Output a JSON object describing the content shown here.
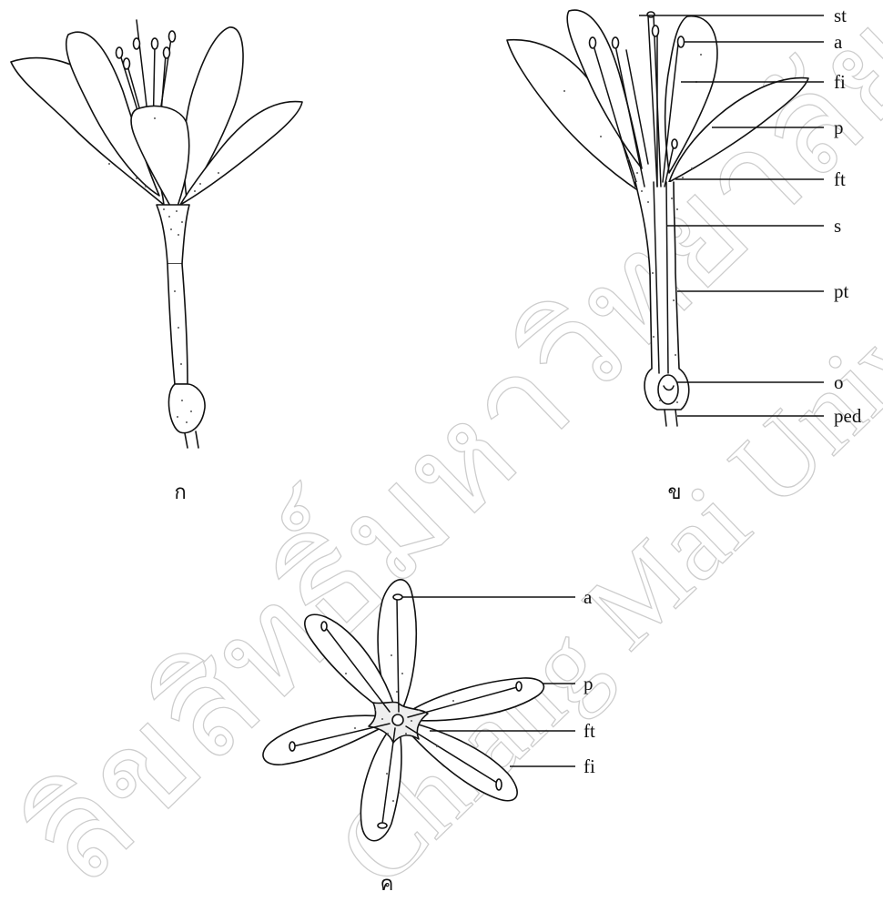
{
  "watermark": {
    "line1": "ลิขสิทธิ์มหาวิทยาลัยเชียงใหม่",
    "line2": "Chiang Mai University"
  },
  "figures": [
    {
      "id": "ก",
      "caption": "ก",
      "labels": []
    },
    {
      "id": "ข",
      "caption": "ข",
      "labels": [
        "st",
        "a",
        "fi",
        "p",
        "ft",
        "s",
        "pt",
        "o",
        "ped"
      ]
    },
    {
      "id": "ค",
      "caption": "ค",
      "labels": [
        "a",
        "p",
        "ft",
        "fi"
      ]
    }
  ]
}
